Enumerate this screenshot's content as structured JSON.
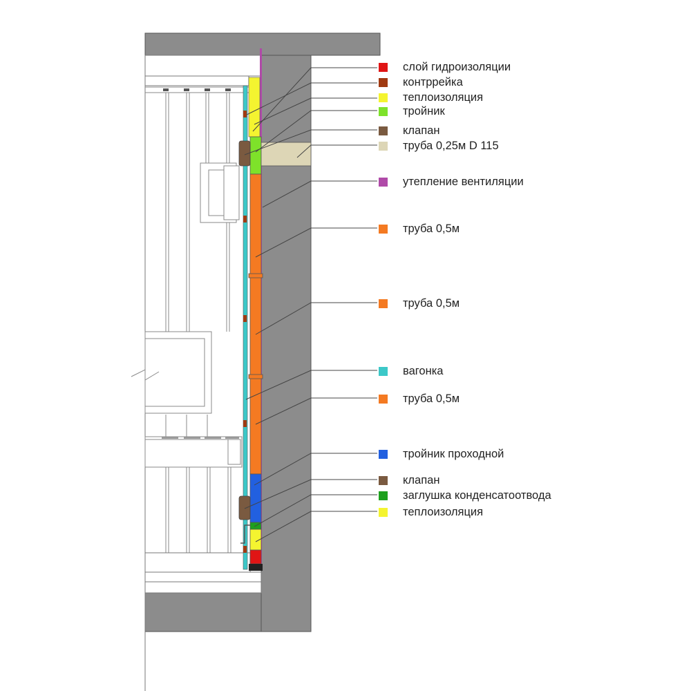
{
  "legend": [
    {
      "label": "слой гидроизоляции",
      "color": "#e01515",
      "part": "waterproofing"
    },
    {
      "label": "контррейка",
      "color": "#a03a12",
      "part": "counter-batten"
    },
    {
      "label": "теплоизоляция",
      "color": "#f4f430",
      "part": "insulation"
    },
    {
      "label": "тройник",
      "color": "#7ee22a",
      "part": "tee"
    },
    {
      "label": "клапан",
      "color": "#7a5a40",
      "part": "valve"
    },
    {
      "label": "труба 0,25м D 115",
      "color": "#ddd6b6",
      "part": "pipe-025"
    },
    {
      "label": "утепление вентиляции",
      "color": "#b04aa8",
      "part": "vent-insulation"
    },
    {
      "label": "труба 0,5м",
      "color": "#f47a22",
      "part": "pipe-05"
    },
    {
      "label": "труба 0,5м",
      "color": "#f47a22",
      "part": "pipe-05"
    },
    {
      "label": "вагонка",
      "color": "#3cc8c8",
      "part": "lining"
    },
    {
      "label": "труба 0,5м",
      "color": "#f47a22",
      "part": "pipe-05"
    },
    {
      "label": "тройник проходной",
      "color": "#2260e0",
      "part": "through-tee"
    },
    {
      "label": "клапан",
      "color": "#7a5a40",
      "part": "valve"
    },
    {
      "label": "заглушка конденсатоотвода",
      "color": "#1ea01e",
      "part": "condensate-plug"
    },
    {
      "label": "теплоизоляция",
      "color": "#f4f430",
      "part": "insulation"
    }
  ],
  "colors": {
    "wall": "#8c8c8c",
    "line": "#555555",
    "frame": "#c8c8c8"
  }
}
